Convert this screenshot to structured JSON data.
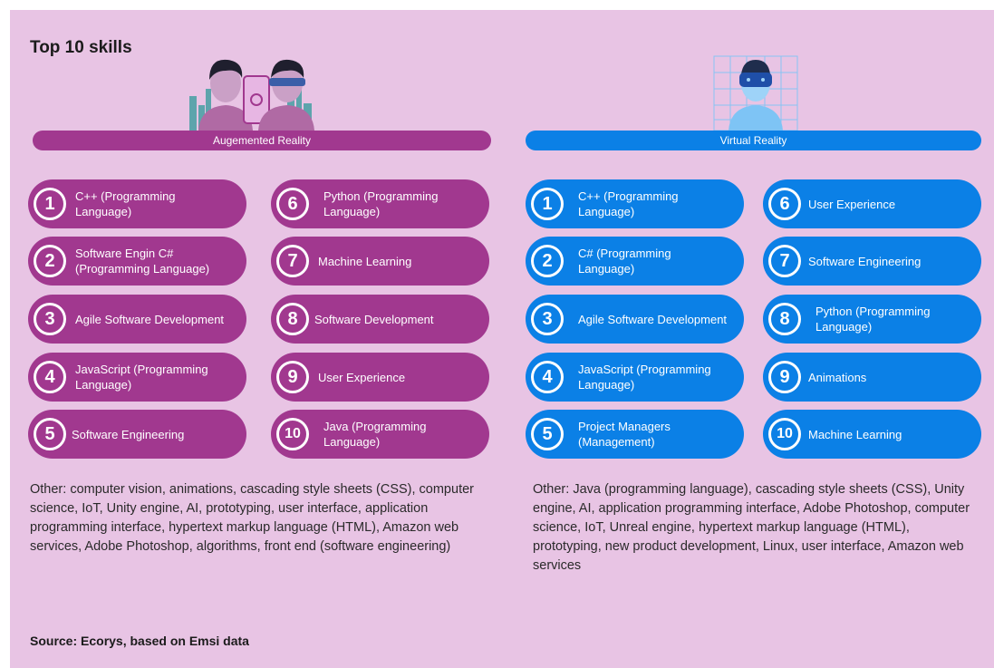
{
  "title": "Top 10 skills",
  "colors": {
    "background": "#e8c4e4",
    "ar": "#a1388f",
    "vr": "#0b80e6"
  },
  "ar": {
    "label": "Augemented Reality",
    "skills": [
      {
        "num": "1",
        "label": "C++ (Programming Language)"
      },
      {
        "num": "2",
        "label": "Software Engin C# (Programming Language)"
      },
      {
        "num": "3",
        "label": "Agile Software Development"
      },
      {
        "num": "4",
        "label": "JavaScript (Programming Language)"
      },
      {
        "num": "5",
        "label": "Software Engineering"
      },
      {
        "num": "6",
        "label": "Python (Programming Language)"
      },
      {
        "num": "7",
        "label": "Machine Learning"
      },
      {
        "num": "8",
        "label": "Software Development"
      },
      {
        "num": "9",
        "label": "User Experience"
      },
      {
        "num": "10",
        "label": "Java (Programming Language)"
      }
    ],
    "other": "Other: computer vision, animations, cascading style sheets (CSS), computer science, IoT, Unity engine, AI, prototyping, user interface, application programming interface, hypertext markup language (HTML), Amazon web services, Adobe Photoshop, algorithms, front end (software engineering)"
  },
  "vr": {
    "label": "Virtual Reality",
    "skills": [
      {
        "num": "1",
        "label": "C++ (Programming Language)"
      },
      {
        "num": "2",
        "label": "C# (Programming Language)"
      },
      {
        "num": "3",
        "label": "Agile Software Development"
      },
      {
        "num": "4",
        "label": "JavaScript (Programming Language)"
      },
      {
        "num": "5",
        "label": "Project Managers (Management)"
      },
      {
        "num": "6",
        "label": "User Experience"
      },
      {
        "num": "7",
        "label": "Software Engineering"
      },
      {
        "num": "8",
        "label": "Python (Programming Language)"
      },
      {
        "num": "9",
        "label": "Animations"
      },
      {
        "num": "10",
        "label": "Machine Learning"
      }
    ],
    "other": "Other: Java (programming language), cascading style sheets (CSS), Unity engine, AI, application programming interface, Adobe Photoshop, computer science, IoT, Unreal engine, hypertext markup language (HTML), prototyping, new product development, Linux, user interface, Amazon web services"
  },
  "source": "Source: Ecorys, based on Emsi data",
  "icons": {
    "ar_illustration": "ar-people-phone-icon",
    "vr_illustration": "vr-headset-person-icon"
  }
}
